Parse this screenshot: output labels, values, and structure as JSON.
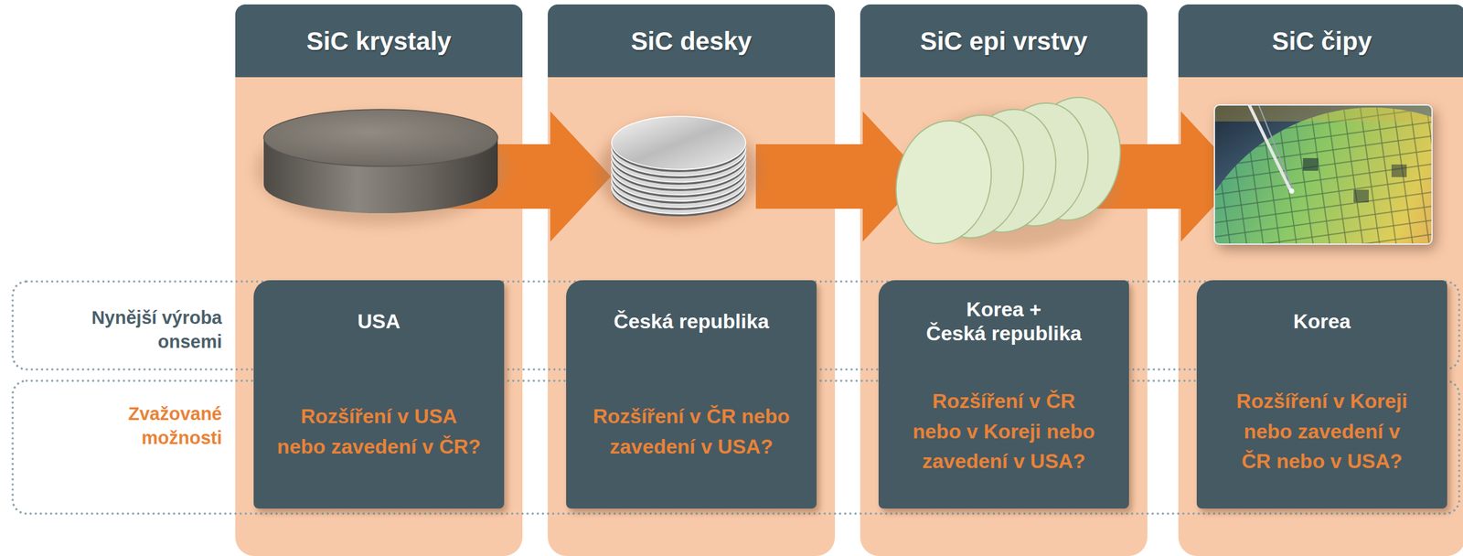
{
  "diagram": {
    "nodes": [
      {
        "text": [
          "SiC krystaly"
        ]
      },
      {
        "text": [
          "USA",
          "Rozšíření v USA nebo zavedení v ČR?"
        ],
        "in": 0
      },
      {
        "text": [
          "SiC desky"
        ]
      },
      {
        "text": [
          "Česká republika",
          "Rozšíření v ČR nebo zavedení v USA?"
        ],
        "in": 2
      },
      {
        "text": [
          "SiC epi vrstvy"
        ]
      },
      {
        "text": [
          "Korea + Česká republika",
          "Rozšíření v ČR nebo v Koreji nebo zavedení v USA?"
        ],
        "in": 4
      },
      {
        "text": [
          "SiC čipy"
        ]
      },
      {
        "text": [
          "Korea",
          "Rozšíření v Koreji nebo zavedení v ČR nebo v USA?"
        ],
        "in": 6
      },
      {
        "text": [
          "Nynější výroba onsemi"
        ]
      },
      {
        "text": [
          "Zvažované možnosti"
        ]
      }
    ],
    "edges": [
      {
        "from": 0,
        "to": 2,
        "arrow": "to"
      },
      {
        "from": 2,
        "to": 4,
        "arrow": "to"
      },
      {
        "from": 4,
        "to": 6,
        "arrow": "to"
      }
    ]
  }
}
